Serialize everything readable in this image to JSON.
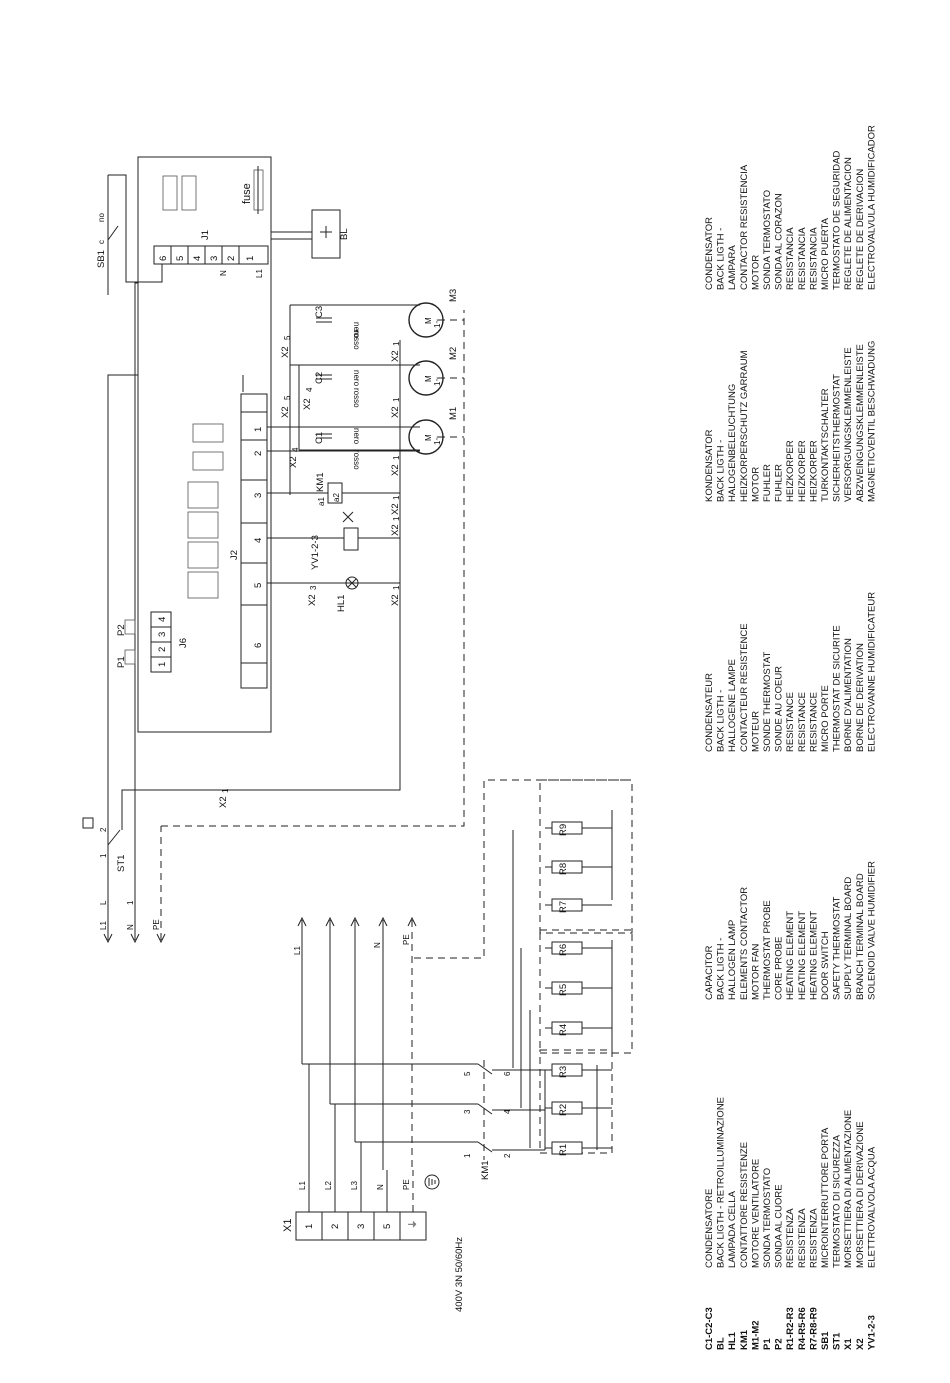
{
  "supply": {
    "voltage_label": "400V 3N 50/60Hz",
    "terminal_block": "X1",
    "terminals": [
      "1",
      "2",
      "3",
      "5",
      "⏚"
    ],
    "wires": [
      "L1",
      "L2",
      "L3",
      "N",
      "PE"
    ],
    "bus_labels": [
      "L1",
      "N",
      "PE"
    ]
  },
  "contactor": {
    "name": "KM1",
    "contacts": [
      "1",
      "2",
      "3",
      "4",
      "5",
      "6"
    ]
  },
  "resistors": [
    "R1",
    "R2",
    "R3",
    "R4",
    "R5",
    "R6",
    "R7",
    "R8",
    "R9"
  ],
  "inputs": {
    "wires": [
      "L1",
      "N",
      "PE"
    ],
    "terminals": [
      "L",
      "1"
    ]
  },
  "door_switch": {
    "name": "ST1",
    "terminals": [
      "1",
      "2"
    ],
    "x2": "X2",
    "x2_sub": "1"
  },
  "board": {
    "fuse": "fuse",
    "j1": "J1",
    "j1_pins": [
      "6",
      "5",
      "4",
      "3",
      "2",
      "1"
    ],
    "j1_sub": [
      "N",
      "L1"
    ],
    "j2": "J2",
    "j2_pins": [
      "1",
      "2",
      "3",
      "4",
      "5",
      "6"
    ],
    "j6": "J6",
    "j6_pins": [
      "1",
      "2",
      "3",
      "4"
    ],
    "probes": [
      "P1",
      "P2"
    ]
  },
  "sb1": {
    "name": "SB1",
    "c": "c",
    "no": "no"
  },
  "bl": "BL",
  "components": {
    "km1_coil": "KM1",
    "km1_a1": "a1",
    "km1_a2": "a2",
    "yv": "YV1-2-3",
    "hl": "HL1",
    "caps": [
      "C1",
      "C2",
      "C3"
    ],
    "motors": [
      "M1",
      "M2",
      "M3"
    ],
    "nero": "nero",
    "rosso": "rosso",
    "x2": "X2",
    "sub1": "1",
    "sub3": "3",
    "sub4": "4",
    "sub5": "5",
    "motor_sym": "M",
    "motor_sub": "1~"
  },
  "legend": {
    "codes": [
      "C1-C2-C3",
      "BL",
      "HL1",
      "KM1",
      "M1-M2",
      "P1",
      "P2",
      "R1-R2-R3",
      "R4-R5-R6",
      "R7-R8-R9",
      "SB1",
      "ST1",
      "X1",
      "X2",
      "YV1-2-3"
    ],
    "it": [
      "CONDENSATORE",
      "BACK LIGTH - RETROILLUMINAZIONE",
      "LAMPADA CELLA",
      "CONTATTORE RESISTENZE",
      "MOTORE VENTILATORE",
      "SONDA TERMOSTATO",
      "SONDA AL CUORE",
      "RESISTENZA",
      "RESISTENZA",
      "RESISTENZA",
      "MICROINTERRUTTORE PORTA",
      "TERMOSTATO DI SICUREZZA",
      "MORSETTIERA DI ALIMENTAZIONE",
      "MORSETTIERA DI DERIVAZIONE",
      "ELETTROVALVOLA ACQUA"
    ],
    "en": [
      "CAPACITOR",
      "BACK LIGTH -",
      "HALLOGEN LAMP",
      "ELEMENTS CONTACTOR",
      "MOTOR FAN",
      "THERMOSTAT PROBE",
      "CORE PROBE",
      "HEATING ELEMENT",
      "HEATING ELEMENT",
      "HEATING ELEMENT",
      "DOOR SWITCH",
      "SAFETY THERMOSTAT",
      "SUPPLY TERMINAL BOARD",
      "BRANCH TERMINAL BOARD",
      "SOLENOID VALVE HUMIDIFIER"
    ],
    "fr": [
      "CONDENSATEUR",
      "BACK LIGTH -",
      "HALLOGENE LAMPE",
      "CONTACTEUR RESISTENCE",
      "MOTEUR",
      "SONDE THERMOSTAT",
      "SONDE AU COEUR",
      "RESISTANCE",
      "RESISTANCE",
      "RESISTANCE",
      "MICRO PORTE",
      "THERMOSTAT DE SICURITE",
      "BORNE D'ALIMENTATION",
      "BORNE DE DERIVATION",
      "ELECTROVANNE HUMIDIFICATEUR"
    ],
    "de": [
      "KONDENSATOR",
      "BACK LIGTH -",
      "HALOGENBELEUCHTUNG",
      "HEIZKORPERSCHUTZ GARRAUM",
      "MOTOR",
      "FUHLER",
      "FUHLER",
      "HEIZKORPER",
      "HEIZKORPER",
      "HEIZKORPER",
      "TURKONTAKTSCHALTER",
      "SICHERHEITSTHERMOSTAT",
      "VERSORGUNGSKLEMMENLEISTE",
      "ABZWEINGUNGSKLEMMENLEISTE",
      "MAGNETICVENTIL BESCHWADUNG"
    ],
    "es": [
      "CONDENSATOR",
      "BACK LIGTH -",
      "LAMPARA",
      "CONTACTOR RESISTENCIA",
      "MOTOR",
      "SONDA TERMOSTATO",
      "SONDA AL CORAZON",
      "RESISTANCIA",
      "RESISTANCIA",
      "RESISTANCIA",
      "MICRO PUERTA",
      "TERMOSTATO DE SEGURIDAD",
      "REGLETE DE ALIMENTACION",
      "REGLETE DE DERIVACION",
      "ELECTROVALVULA HUMIDIFICADOR"
    ]
  }
}
